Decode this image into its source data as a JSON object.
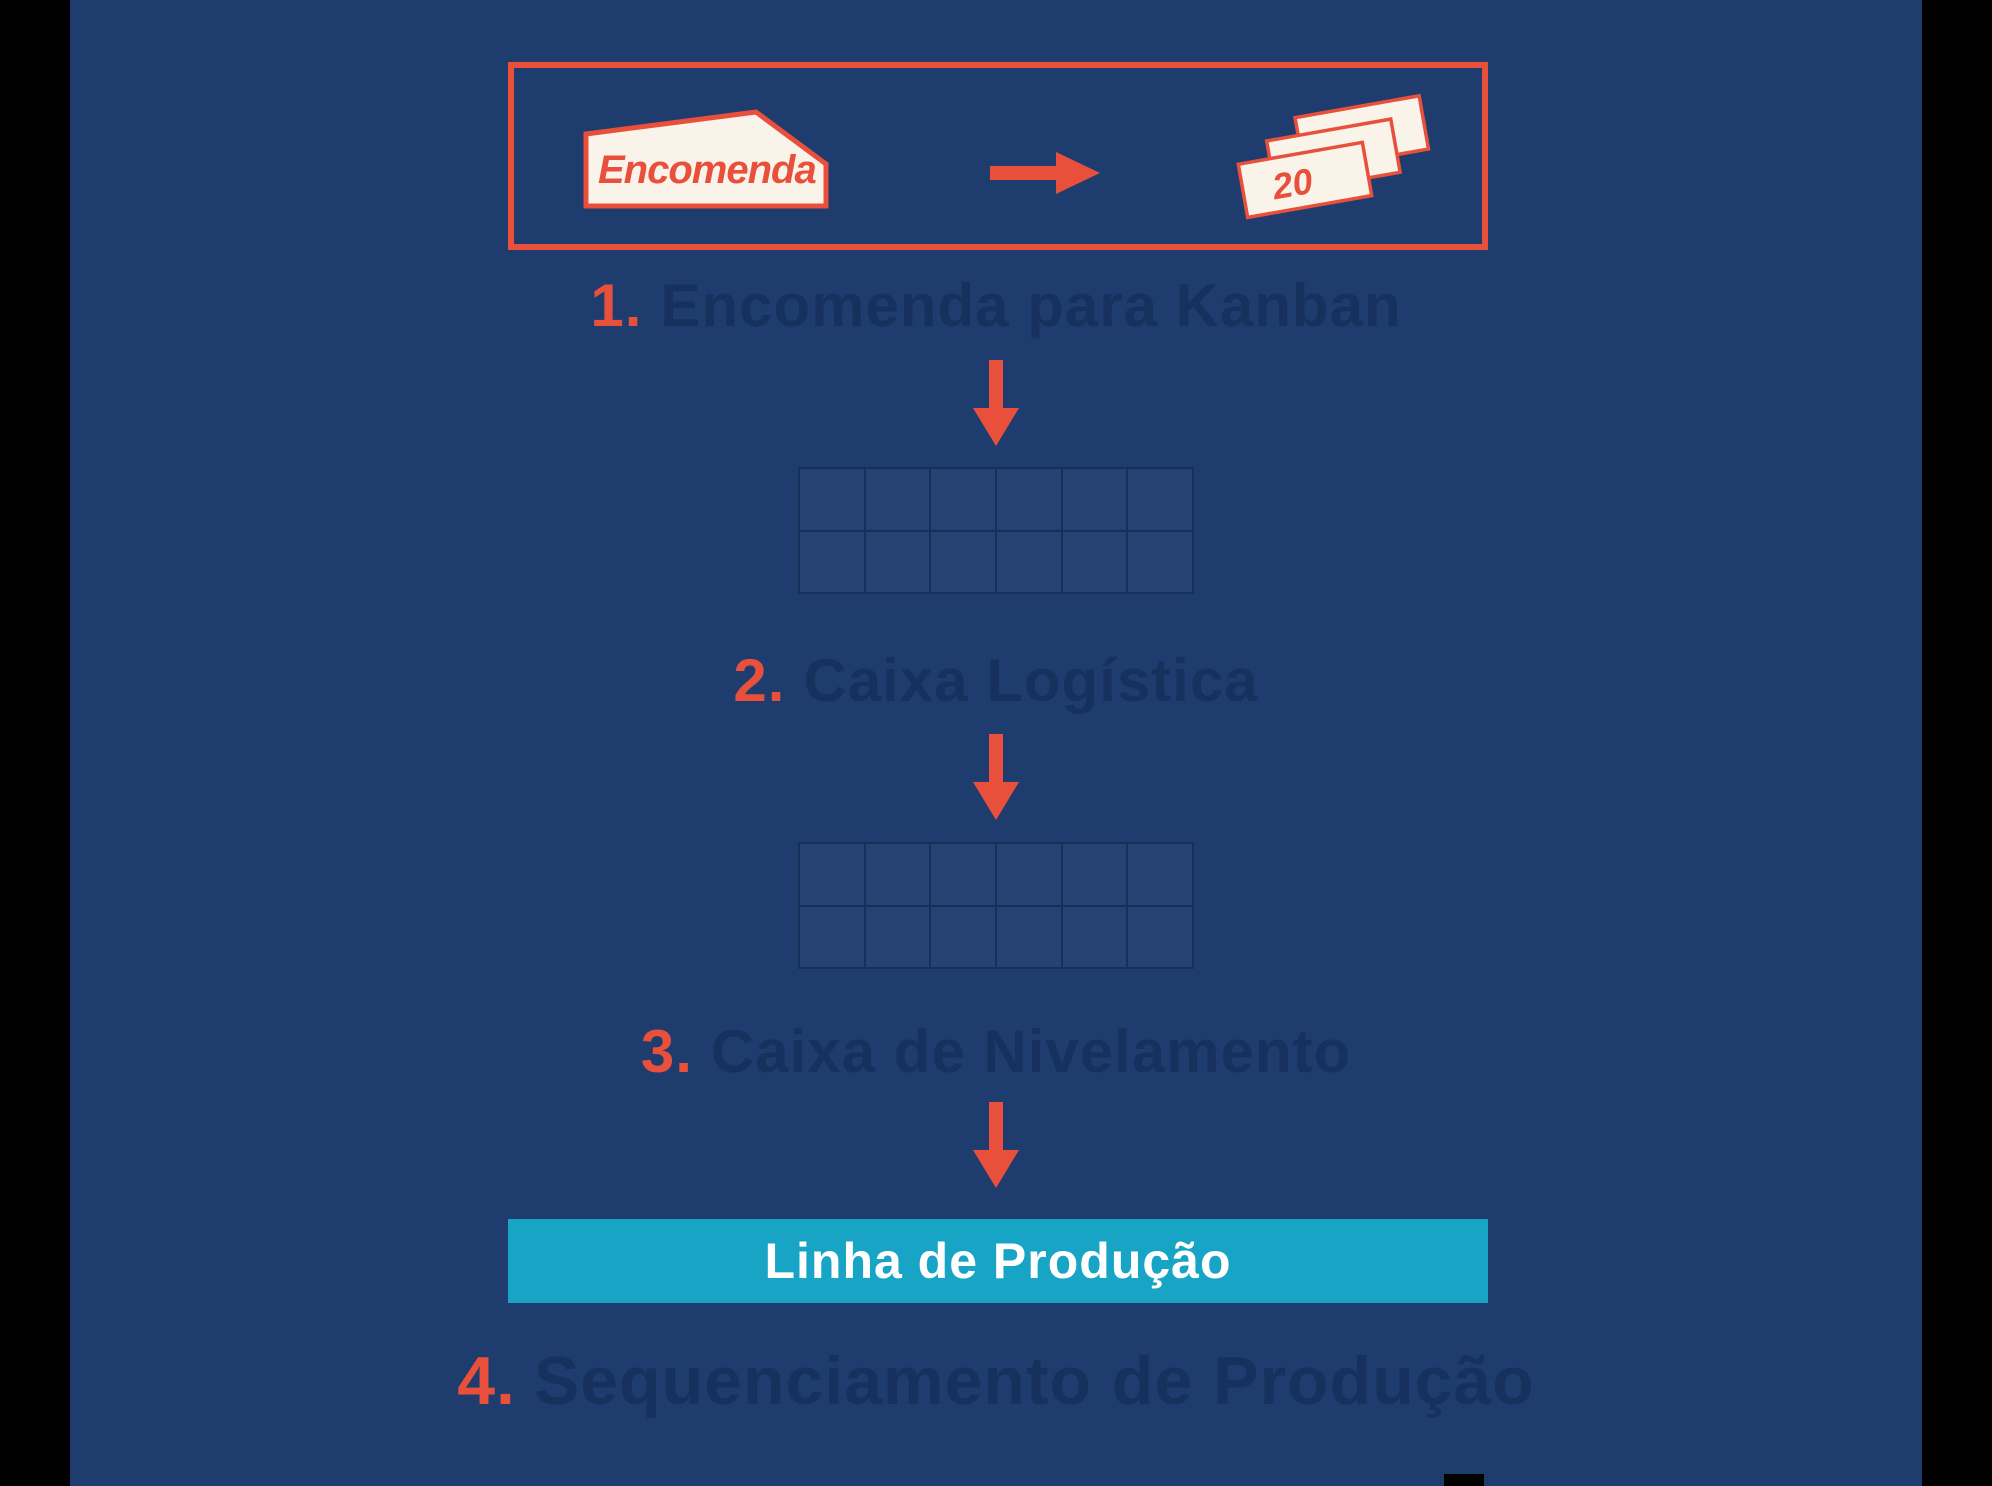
{
  "colors": {
    "page_edge": "#000000",
    "background": "#1e3c6e",
    "accent_red": "#e8503c",
    "faint_title": "#16315d",
    "production_bar": "#18a5c5",
    "card_fill": "#f9f3ea",
    "white": "#ffffff",
    "grid_line": "#16305a"
  },
  "order": {
    "label": "Encomenda",
    "card_count": "20"
  },
  "steps": [
    {
      "number": "1.",
      "label": "Encomenda para Kanban"
    },
    {
      "number": "2.",
      "label": "Caixa Logística"
    },
    {
      "number": "3.",
      "label": "Caixa de Nivelamento"
    },
    {
      "number": "4.",
      "label": "Sequenciamento de Produção"
    }
  ],
  "production_line": {
    "label": "Linha de Produção"
  },
  "grids": {
    "rows": 2,
    "cols": 6
  }
}
